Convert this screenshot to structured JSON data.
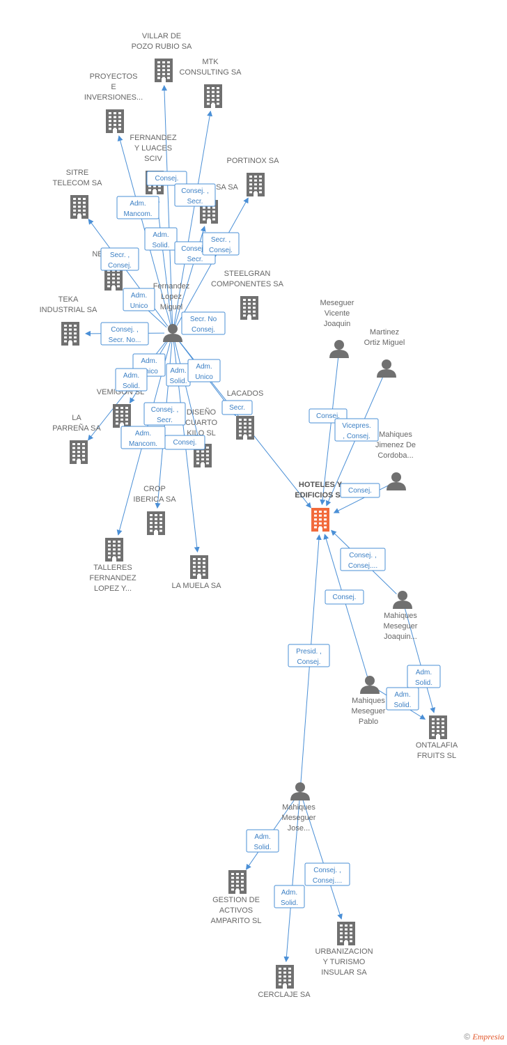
{
  "colors": {
    "edge": "#4a8fd6",
    "label_text": "#3b7fc4",
    "building": "#707070",
    "building_focus": "#f26a3b",
    "person": "#707070",
    "node_text": "#666666"
  },
  "nodes": [
    {
      "id": "villar",
      "type": "company",
      "lines": [
        "VILLAR DE",
        "POZO RUBIO SA"
      ]
    },
    {
      "id": "mtk",
      "type": "company",
      "lines": [
        "MTK",
        "CONSULTING SA"
      ]
    },
    {
      "id": "proyectos",
      "type": "company",
      "lines": [
        "PROYECTOS",
        "E",
        "INVERSIONES..."
      ]
    },
    {
      "id": "fernandez_luaces",
      "type": "company",
      "lines": [
        "FERNANDEZ",
        "Y LUACES",
        "SCIV"
      ]
    },
    {
      "id": "portinox",
      "type": "company",
      "lines": [
        "PORTINOX SA"
      ]
    },
    {
      "id": "sa_hidden",
      "type": "company",
      "lines": [
        "SA SA"
      ]
    },
    {
      "id": "sitre",
      "type": "company",
      "lines": [
        "SITRE",
        "TELECOM SA"
      ]
    },
    {
      "id": "ne_hidden",
      "type": "company",
      "lines": [
        "NE"
      ]
    },
    {
      "id": "steelgran",
      "type": "company",
      "lines": [
        "STEELGRAN",
        "COMPONENTES SA"
      ]
    },
    {
      "id": "teka",
      "type": "company",
      "lines": [
        "TEKA",
        "INDUSTRIAL SA"
      ]
    },
    {
      "id": "vemigon",
      "type": "company",
      "lines": [
        "VEMIGON SL"
      ]
    },
    {
      "id": "parrena",
      "type": "company",
      "lines": [
        "LA",
        "PARREÑA SA"
      ]
    },
    {
      "id": "lacados",
      "type": "company",
      "lines": [
        "LACADOS",
        "L"
      ]
    },
    {
      "id": "diseno",
      "type": "company",
      "lines": [
        "DISEÑO",
        "CUARTO",
        "KILO SL"
      ]
    },
    {
      "id": "crop",
      "type": "company",
      "lines": [
        "CROP",
        "IBERICA SA"
      ]
    },
    {
      "id": "talleres",
      "type": "company",
      "lines": [
        "TALLERES",
        "FERNANDEZ",
        "LOPEZ Y..."
      ]
    },
    {
      "id": "lamuela",
      "type": "company",
      "lines": [
        "LA MUELA SA"
      ]
    },
    {
      "id": "hoteles",
      "type": "focus",
      "lines": [
        "HOTELES Y",
        "EDIFICIOS SA"
      ]
    },
    {
      "id": "ontalafia",
      "type": "company",
      "lines": [
        "ONTALAFIA",
        "FRUITS SL"
      ]
    },
    {
      "id": "gestion",
      "type": "company",
      "lines": [
        "GESTION DE",
        "ACTIVOS",
        "AMPARITO SL"
      ]
    },
    {
      "id": "urbanizacion",
      "type": "company",
      "lines": [
        "URBANIZACION",
        "Y TURISMO",
        "INSULAR SA"
      ]
    },
    {
      "id": "cerclaje",
      "type": "company",
      "lines": [
        "CERCLAJE SA"
      ]
    },
    {
      "id": "fernandez_lopez",
      "type": "person",
      "lines": [
        "Fernandez",
        "Lopez",
        "Miguel"
      ]
    },
    {
      "id": "meseguer_vicente",
      "type": "person",
      "lines": [
        "Meseguer",
        "Vicente",
        "Joaquin"
      ]
    },
    {
      "id": "martinez_ortiz",
      "type": "person",
      "lines": [
        "Martinez",
        "Ortiz Miguel"
      ]
    },
    {
      "id": "mahiques_jimenez",
      "type": "person",
      "lines": [
        "Mahiques",
        "Jimenez De",
        "Cordoba..."
      ]
    },
    {
      "id": "mahiques_meseguer_joaquin",
      "type": "person",
      "lines": [
        "Mahiques",
        "Meseguer",
        "Joaquin..."
      ]
    },
    {
      "id": "mahiques_meseguer_pablo",
      "type": "person",
      "lines": [
        "Mahiques",
        "Meseguer",
        "Pablo"
      ]
    },
    {
      "id": "mahiques_meseguer_jose",
      "type": "person",
      "lines": [
        "Mahiques",
        "Meseguer",
        "Jose..."
      ]
    }
  ],
  "edge_labels": [
    {
      "lines": [
        "Consej."
      ]
    },
    {
      "lines": [
        "Consej. ,",
        "Secr."
      ]
    },
    {
      "lines": [
        "Adm.",
        "Mancom."
      ]
    },
    {
      "lines": [
        "Adm.",
        "Solid."
      ]
    },
    {
      "lines": [
        "Secr. ,",
        "Consej."
      ]
    },
    {
      "lines": [
        "Consej. ,",
        "Secr."
      ]
    },
    {
      "lines": [
        "Secr. ,",
        "Consej."
      ]
    },
    {
      "lines": [
        "Adm.",
        "Unico"
      ]
    },
    {
      "lines": [
        "Secr. No",
        "Consej."
      ]
    },
    {
      "lines": [
        "Consej. ,",
        "Secr. No..."
      ]
    },
    {
      "lines": [
        "Adm.",
        "Unico"
      ]
    },
    {
      "lines": [
        "Adm.",
        "Solid."
      ]
    },
    {
      "lines": [
        "Adm.",
        "Solid."
      ]
    },
    {
      "lines": [
        "Adm.",
        "Unico"
      ]
    },
    {
      "lines": [
        "Secr."
      ]
    },
    {
      "lines": [
        "Consej. ,",
        "Secr."
      ]
    },
    {
      "lines": [
        "Adm.",
        "Mancom."
      ]
    },
    {
      "lines": [
        "Consej."
      ]
    },
    {
      "lines": [
        "Consej."
      ]
    },
    {
      "lines": [
        "Vicepres.",
        ", Consej."
      ]
    },
    {
      "lines": [
        "Consej."
      ]
    },
    {
      "lines": [
        "Consej. ,",
        "Consej...."
      ]
    },
    {
      "lines": [
        "Consej."
      ]
    },
    {
      "lines": [
        "Presid. ,",
        "Consej."
      ]
    },
    {
      "lines": [
        "Adm.",
        "Solid."
      ]
    },
    {
      "lines": [
        "Adm.",
        "Solid."
      ]
    },
    {
      "lines": [
        "Adm.",
        "Solid."
      ]
    },
    {
      "lines": [
        "Consej. ,",
        "Consej...."
      ]
    },
    {
      "lines": [
        "Adm.",
        "Solid."
      ]
    }
  ],
  "footer": {
    "copyright": "©",
    "brand": "Empresia"
  }
}
